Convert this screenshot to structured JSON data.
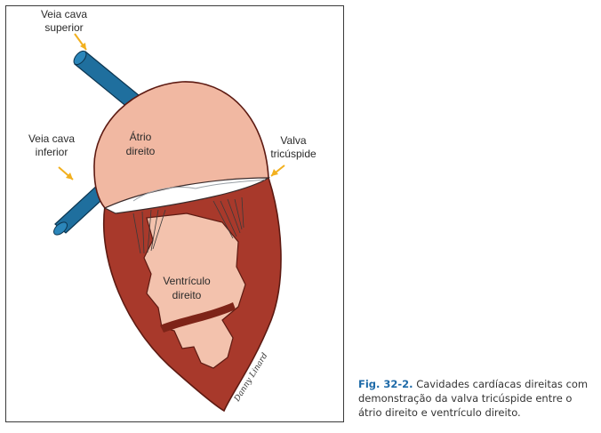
{
  "labels": {
    "superior_vena_cava": [
      "Veia cava",
      "superior"
    ],
    "inferior_vena_cava": [
      "Veia cava",
      "inferior"
    ],
    "tricuspid_valve": [
      "Valva",
      "tricúspide"
    ],
    "right_atrium": [
      "Átrio",
      "direito"
    ],
    "right_ventricle": [
      "Ventrículo",
      "direito"
    ]
  },
  "signature": "Danny Linard",
  "caption": {
    "figure_number": "Fig. 32-2.",
    "text": " Cavidades cardíacas direitas com demonstração da valva tricúspide entre o átrio direito e ventrículo direito."
  },
  "colors": {
    "vessel": "#1f6f9e",
    "atrium": "#f1b8a2",
    "ventricle_wall": "#a8392b",
    "ventricle_cavity": "#f3c2ad",
    "arrow": "#f2b01e",
    "caption_accent": "#1e6aa8"
  }
}
